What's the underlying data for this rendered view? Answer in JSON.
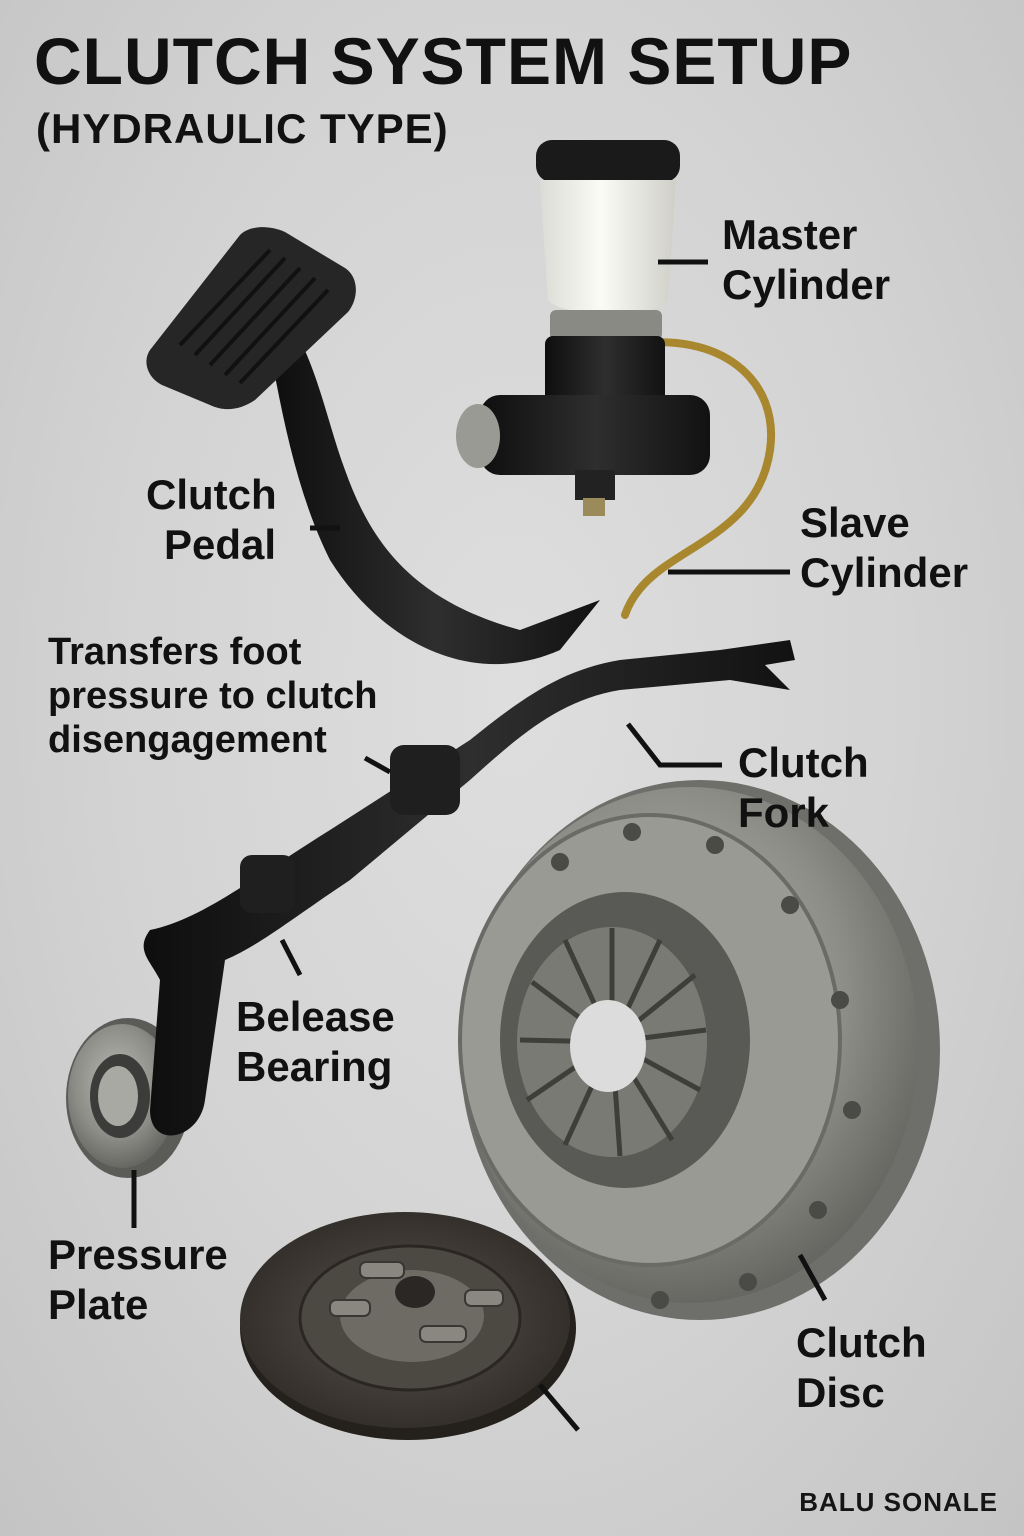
{
  "title": "CLUTCH SYSTEM SETUP",
  "subtitle": "(HYDRAULIC TYPE)",
  "labels": {
    "master_cylinder": [
      "Master",
      "Cylinder"
    ],
    "clutch_pedal": [
      "Clutch",
      "Pedal"
    ],
    "slave_cylinder": [
      "Slave",
      "Cylinder"
    ],
    "description": [
      "Transfers foot",
      "pressure to clutch",
      "disengagement"
    ],
    "clutch_fork": [
      "Clutch",
      "Fork"
    ],
    "release_bearing": [
      "Belease",
      "Bearing"
    ],
    "pressure_plate": [
      "Pressure",
      "Plate"
    ],
    "clutch_disc": [
      "Clutch",
      "Disc"
    ]
  },
  "credit": "BALU SONALE",
  "colors": {
    "background": "#d3d3d3",
    "part_black": "#1c1c1c",
    "metal": "#8a8a86",
    "brass_line": "#a8872e",
    "reservoir": "#f3f3ee",
    "friction": "#3b3630"
  },
  "icons": [
    "clutch-pedal-icon",
    "master-cylinder-icon",
    "hydraulic-line-icon",
    "clutch-fork-icon",
    "release-bearing-icon",
    "pressure-plate-icon",
    "clutch-disc-icon"
  ]
}
